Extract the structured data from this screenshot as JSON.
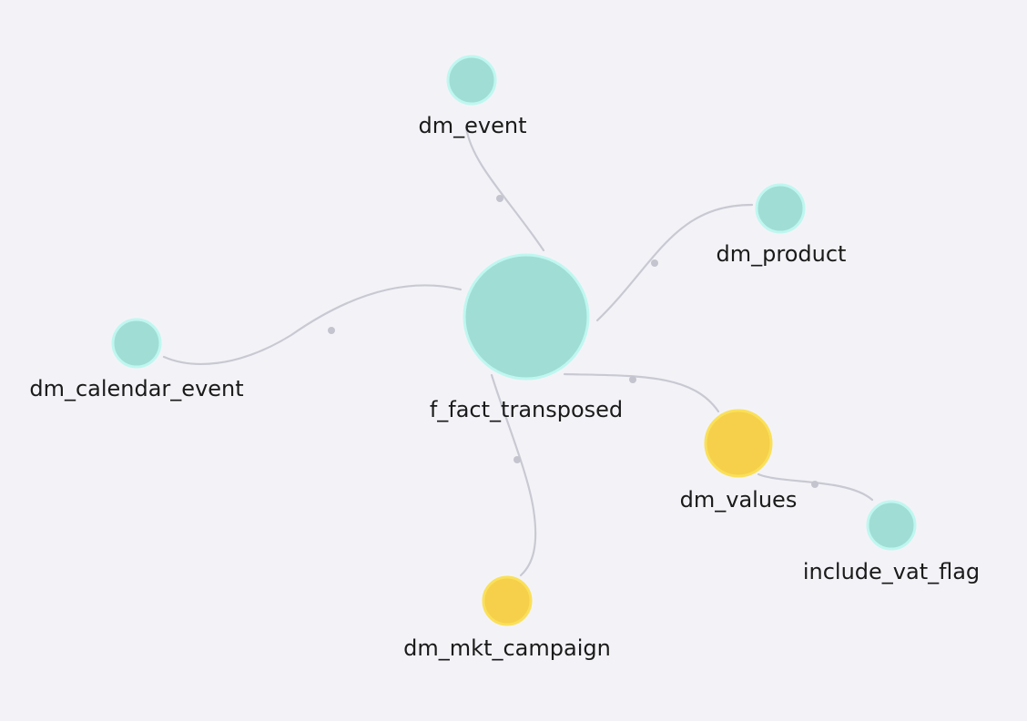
{
  "colors": {
    "background": "#f3f3f7",
    "edge": "#c9c9d3",
    "teal_fill": "#a0ddd5",
    "teal_stroke": "#bff7f0",
    "yellow_fill": "#f6d04a",
    "yellow_stroke": "#fae05a"
  },
  "nodes": [
    {
      "id": "f_fact_transposed",
      "label": "f_fact_transposed",
      "kind": "fact",
      "color": "teal"
    },
    {
      "id": "dm_event",
      "label": "dm_event",
      "kind": "dimension",
      "color": "teal"
    },
    {
      "id": "dm_product",
      "label": "dm_product",
      "kind": "dimension",
      "color": "teal"
    },
    {
      "id": "dm_calendar_event",
      "label": "dm_calendar_event",
      "kind": "dimension",
      "color": "teal"
    },
    {
      "id": "dm_values",
      "label": "dm_values",
      "kind": "dimension",
      "color": "yellow"
    },
    {
      "id": "dm_mkt_campaign",
      "label": "dm_mkt_campaign",
      "kind": "dimension",
      "color": "yellow"
    },
    {
      "id": "include_vat_flag",
      "label": "include_vat_flag",
      "kind": "dimension",
      "color": "teal"
    }
  ],
  "edges": [
    {
      "from": "f_fact_transposed",
      "to": "dm_event"
    },
    {
      "from": "f_fact_transposed",
      "to": "dm_product"
    },
    {
      "from": "f_fact_transposed",
      "to": "dm_calendar_event"
    },
    {
      "from": "f_fact_transposed",
      "to": "dm_values"
    },
    {
      "from": "f_fact_transposed",
      "to": "dm_mkt_campaign"
    },
    {
      "from": "dm_values",
      "to": "include_vat_flag"
    }
  ]
}
